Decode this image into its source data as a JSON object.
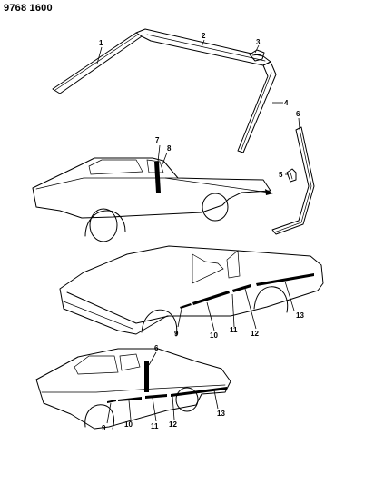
{
  "header": {
    "code": "9768 1600"
  },
  "callouts": {
    "c1": "1",
    "c2": "2",
    "c3": "3",
    "c4": "4",
    "c5": "5",
    "c6": "6",
    "c7": "7",
    "c8": "8",
    "m9": "9",
    "m10": "10",
    "m11": "11",
    "m12": "12",
    "m13": "13",
    "b6": "6",
    "b9": "9",
    "b10": "10",
    "b11": "11",
    "b12": "12",
    "b13": "13"
  },
  "icons": [
    "arrow-icon"
  ],
  "colors": {
    "line": "#000000",
    "background": "#ffffff"
  }
}
